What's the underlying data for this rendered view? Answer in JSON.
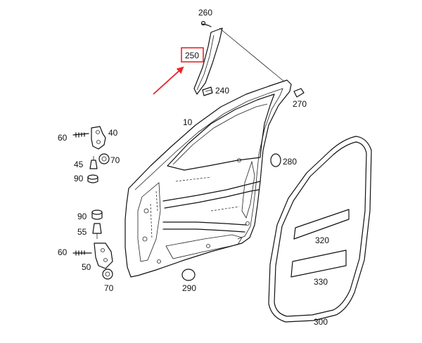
{
  "accent_color": "#e8262b",
  "highlighted_callout": "250",
  "callouts": {
    "c260": "260",
    "c250": "250",
    "c240": "240",
    "c270": "270",
    "c10": "10",
    "c60a": "60",
    "c40": "40",
    "c70a": "70",
    "c45": "45",
    "c90a": "90",
    "c280": "280",
    "c90b": "90",
    "c55": "55",
    "c60b": "60",
    "c50": "50",
    "c70b": "70",
    "c290": "290",
    "c320": "320",
    "c330": "330",
    "c300": "300"
  }
}
